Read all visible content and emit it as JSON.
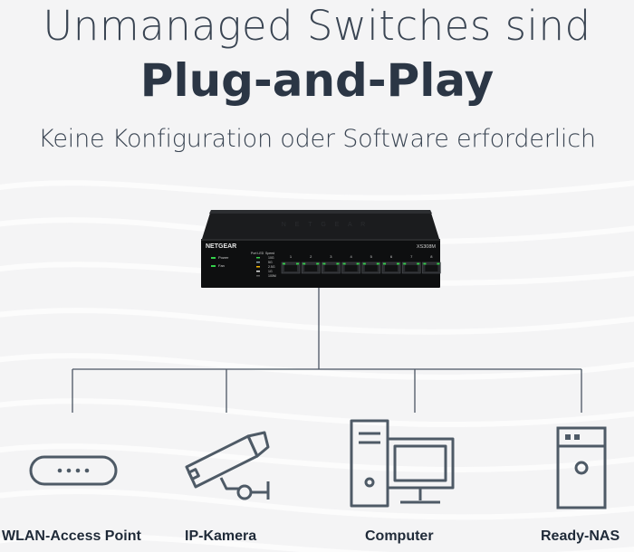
{
  "heading": {
    "line1": "Unmanaged Switches sind",
    "line2": "Plug-and-Play",
    "subtitle": "Keine Konfiguration oder Software erforderlich"
  },
  "device": {
    "brand": "NETGEAR",
    "model": "XS308M",
    "led_labels": [
      "Power",
      "Fan"
    ],
    "legend_headers": [
      "Port LED",
      "Speed"
    ],
    "speed_labels": [
      "10G",
      "5G",
      "2.5G",
      "1G",
      "100M"
    ],
    "port_numbers": [
      "1",
      "2",
      "3",
      "4",
      "5",
      "6",
      "7",
      "8"
    ]
  },
  "endpoints": [
    {
      "label": "WLAN-Access Point",
      "icon": "access-point-icon"
    },
    {
      "label": "IP-Kamera",
      "icon": "security-camera-icon"
    },
    {
      "label": "Computer",
      "icon": "computer-icon"
    },
    {
      "label": "Ready-NAS",
      "icon": "nas-icon"
    }
  ],
  "colors": {
    "line": "#4a5563",
    "icon_stroke": "#4e5a66",
    "led_green": "#33d14a",
    "text_dark": "#1f2a38"
  }
}
